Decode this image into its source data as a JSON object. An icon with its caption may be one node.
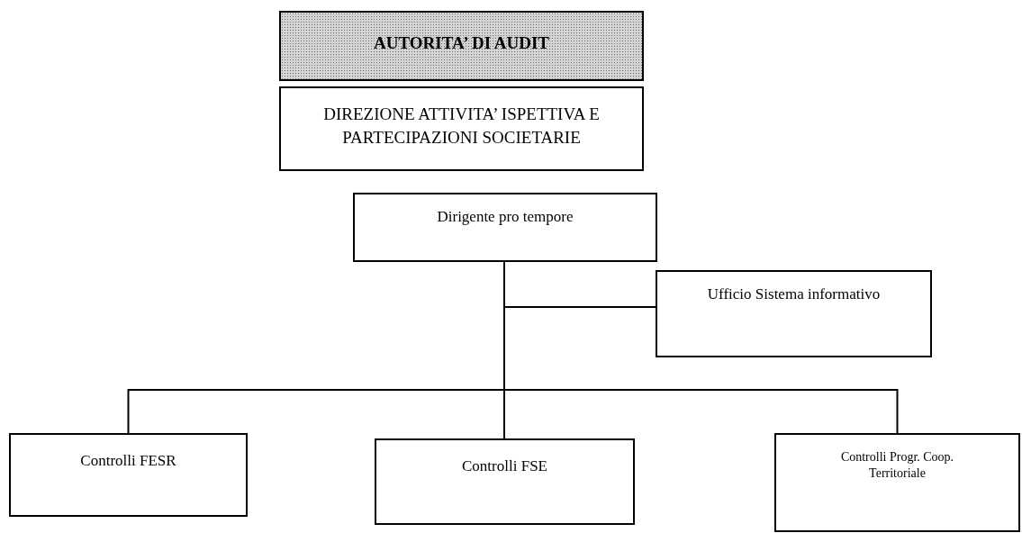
{
  "diagram": {
    "nodes": [
      {
        "text": [
          "AUTORITA’ DI AUDIT"
        ]
      },
      {
        "text": [
          "DIREZIONE ATTIVITA’ ISPETTIVA E PARTECIPAZIONI SOCIETARIE"
        ]
      },
      {
        "text": [
          "Dirigente pro tempore"
        ]
      },
      {
        "text": [
          "Ufficio Sistema informativo"
        ]
      },
      {
        "text": [
          "Controlli FESR"
        ]
      },
      {
        "text": [
          "Controlli FSE"
        ]
      },
      {
        "text": [
          "Controlli Progr. Coop. Territoriale"
        ]
      }
    ],
    "edges": [
      {
        "from": 2,
        "to": 3,
        "arrow": "none"
      },
      {
        "from": 2,
        "to": 4,
        "arrow": "none"
      },
      {
        "from": 2,
        "to": 5,
        "arrow": "none"
      },
      {
        "from": 2,
        "to": 6,
        "arrow": "none"
      }
    ]
  }
}
